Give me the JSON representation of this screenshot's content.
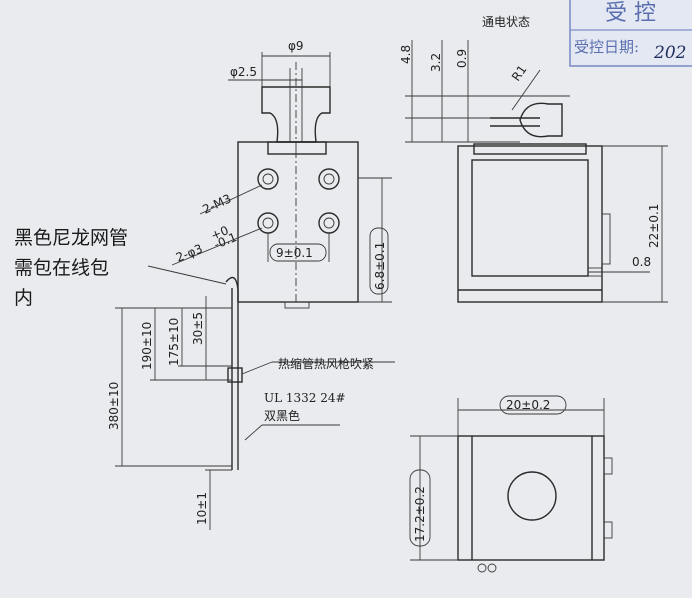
{
  "notes": {
    "energized_state": "通电状态",
    "tube_line1": "黑色尼龙网管",
    "tube_line2": "需包在线包",
    "tube_line3": "内",
    "heat_shrink": "热缩管热风枪吹紧",
    "wire_spec": "UL 1332 24#",
    "wire_color": "双黑色"
  },
  "stamp": {
    "title": "受 控",
    "date_label": "受控日期:",
    "date_value": "202"
  },
  "dimensions": {
    "plunger_dia": "φ9",
    "rod_dia": "φ2.5",
    "threads": "2-M3",
    "holes": "2-φ3",
    "holes_tol_upper": "+0",
    "holes_tol_lower": "-0.1",
    "hole_spacing": "9±0.1",
    "hole_offset": "6.8±0.1",
    "stroke_4_8": "4.8",
    "stroke_3_2": "3.2",
    "stroke_0_9": "0.9",
    "radius": "R1",
    "height": "22±0.1",
    "side_gap": "0.8",
    "wire_total": "380±10",
    "wire_190": "190±10",
    "wire_175": "175±10",
    "wire_30": "30±5",
    "wire_end": "10±1",
    "width": "20±0.2",
    "depth": "17.2±0.2"
  },
  "colors": {
    "ink": "#2a2a2a",
    "paper": "#e9ebee",
    "stamp_blue": "#5b6fb0"
  }
}
